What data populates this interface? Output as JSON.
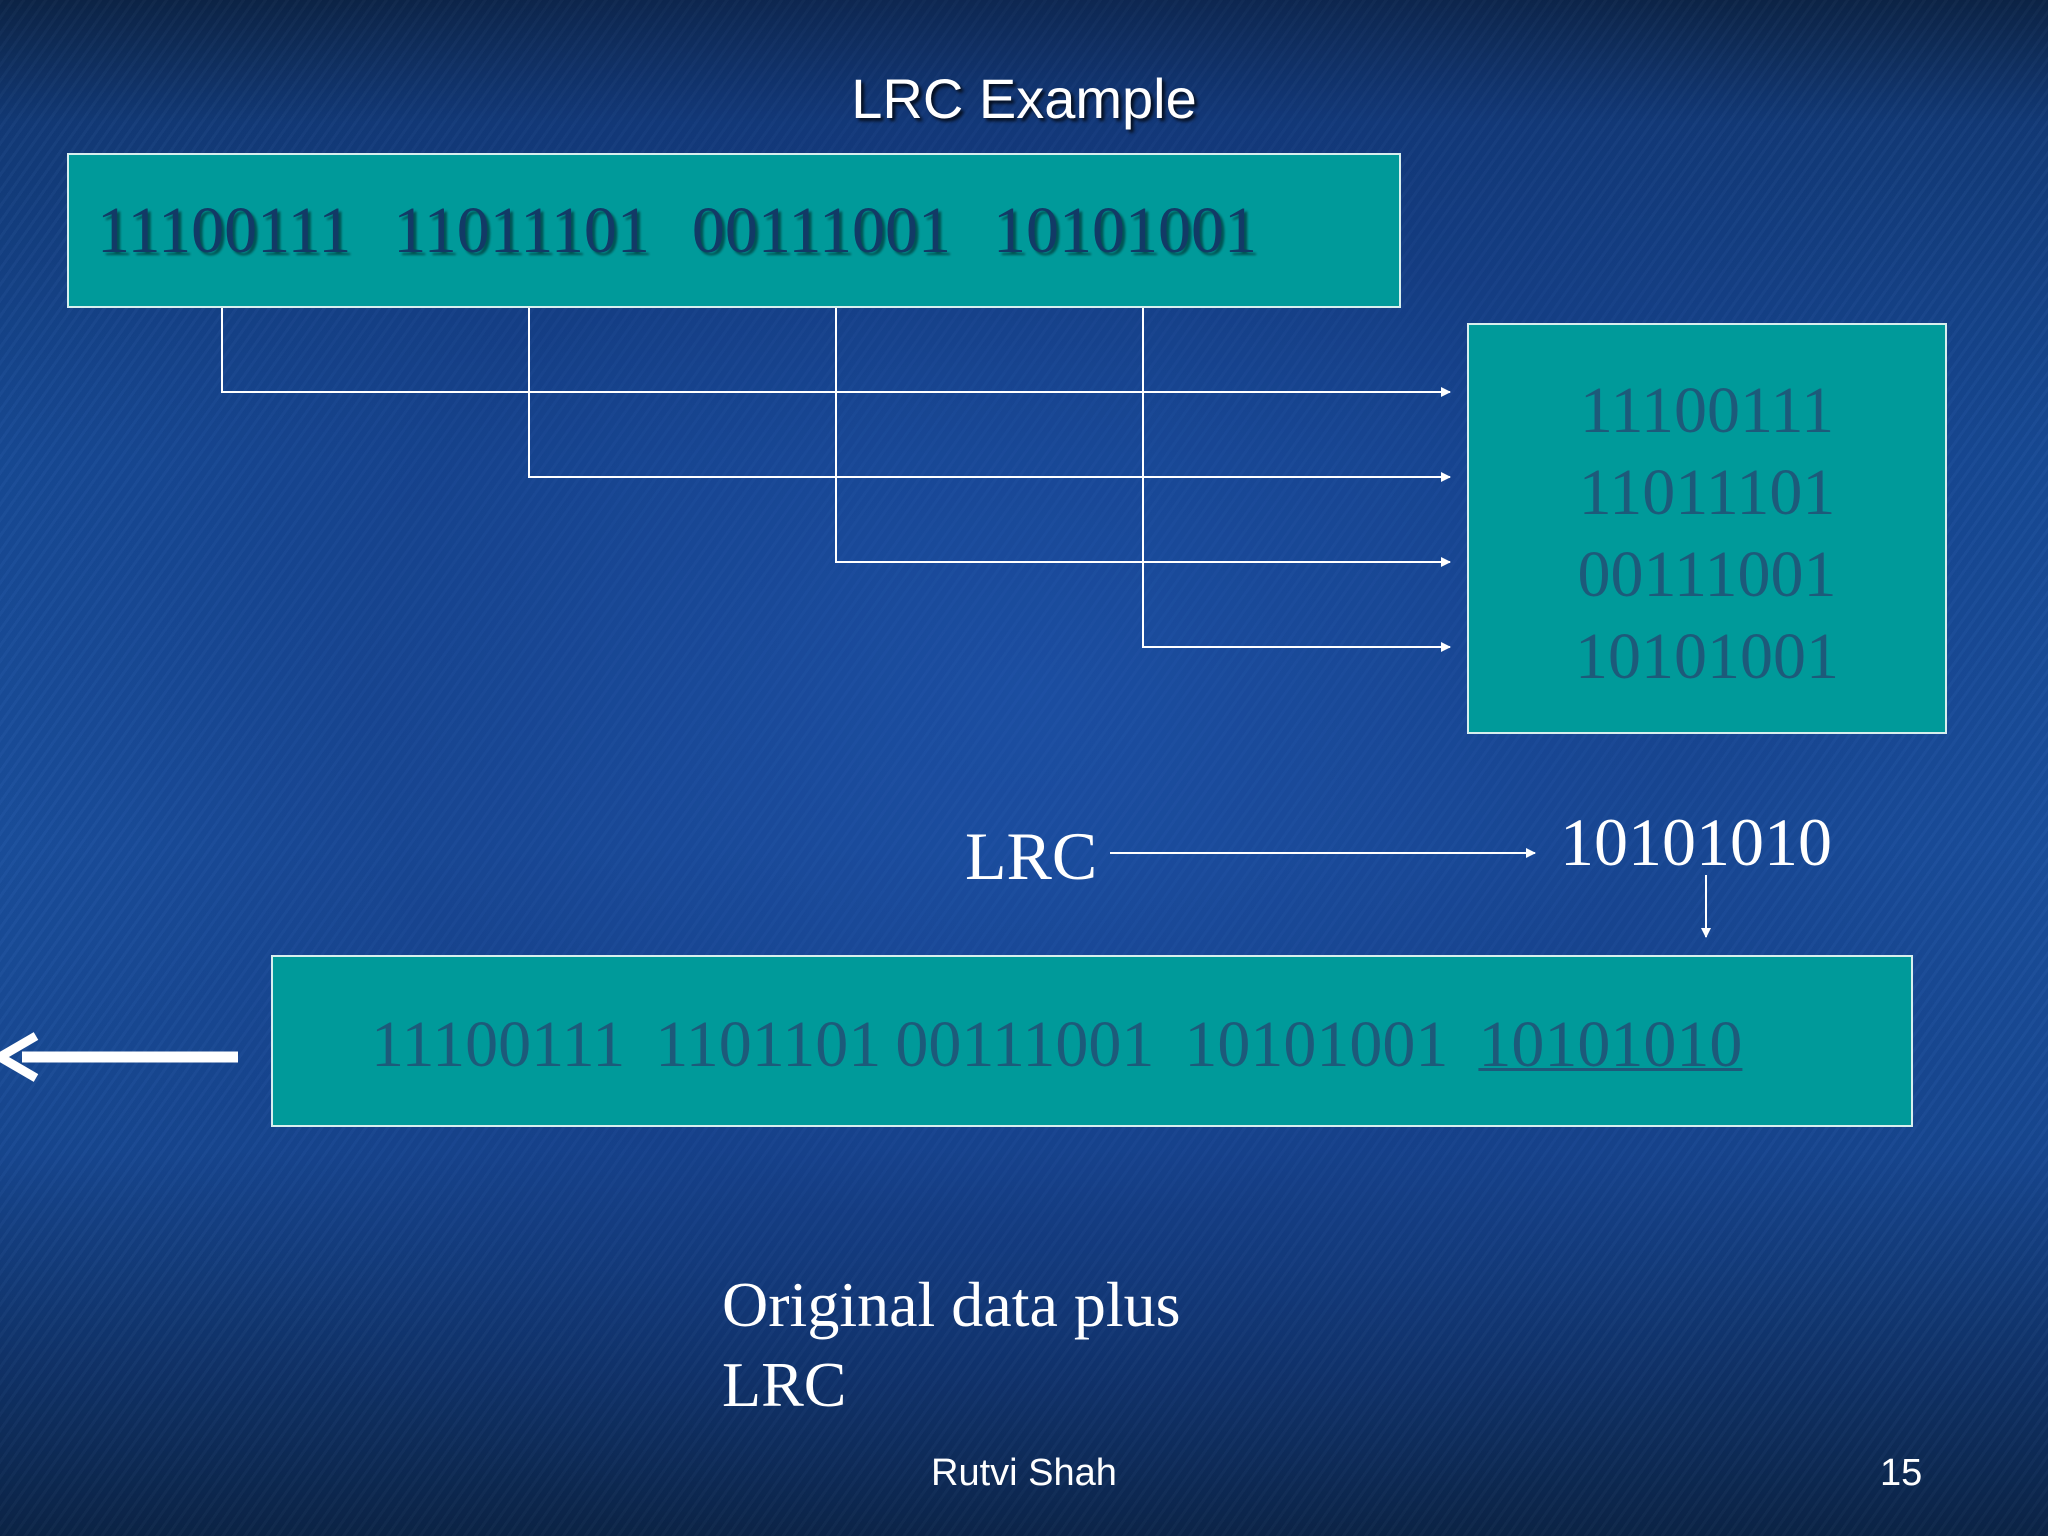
{
  "slide": {
    "title": "LRC Example",
    "top_box": {
      "bytes": [
        "11100111",
        "11011101",
        "00111001",
        "10101001"
      ]
    },
    "right_box": {
      "bytes": [
        "11100111",
        "11011101",
        "00111001",
        "10101001"
      ]
    },
    "lrc": {
      "label": "LRC",
      "value": "10101010"
    },
    "bottom_box": {
      "bytes": [
        "11100111",
        "1101101",
        "00111001",
        "10101001"
      ],
      "lrc_value": "10101010"
    },
    "caption": {
      "line1": "Original data plus",
      "line2": "LRC"
    },
    "footer": {
      "author": "Rutvi Shah",
      "page": "15"
    }
  }
}
